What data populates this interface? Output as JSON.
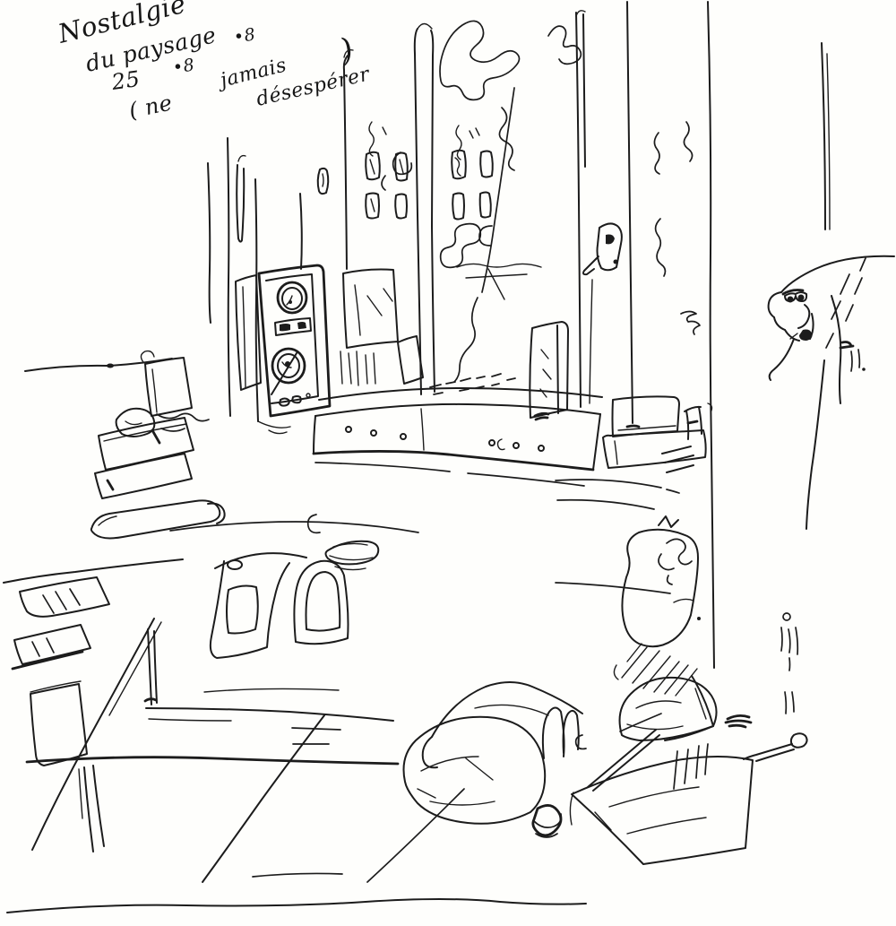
{
  "artwork": {
    "annotation": {
      "title_line1": "Nostalgie",
      "title_line2": "du paysage",
      "date_number": "25",
      "date_mark_1": "•8",
      "date_mark_2": "•8",
      "note_open": "( ne",
      "note_word_1": "jamais",
      "note_word_2": "désespérer",
      "note_close": ")"
    },
    "colors": {
      "ink": "#1c1c1c",
      "paper": "#fefefc"
    }
  }
}
